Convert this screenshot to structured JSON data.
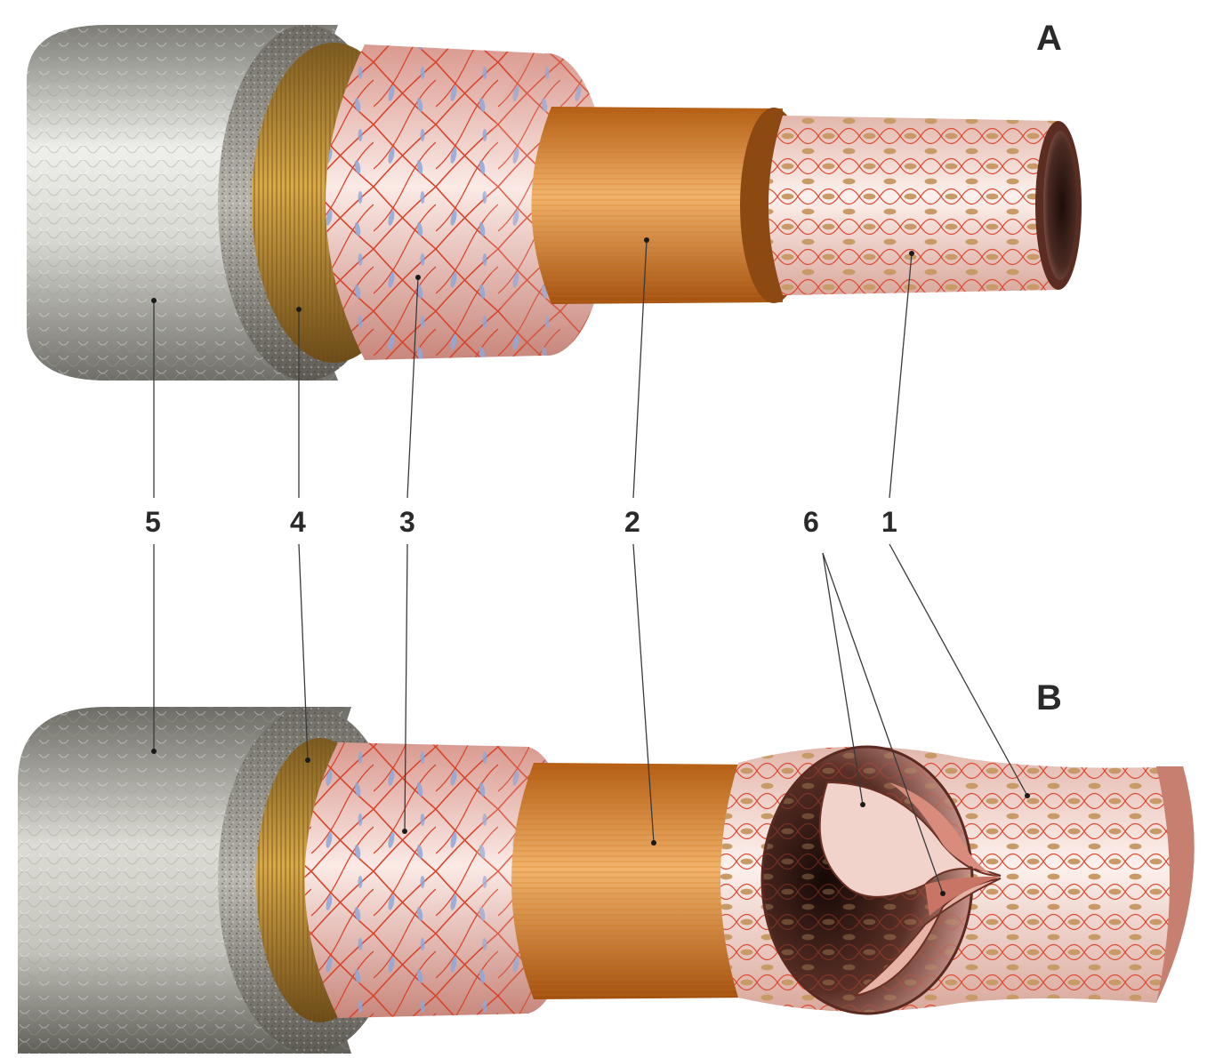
{
  "panels": {
    "a": "A",
    "b": "B"
  },
  "labels": {
    "l1": "1",
    "l2": "2",
    "l3": "3",
    "l4": "4",
    "l5": "5",
    "l6": "6"
  },
  "colors": {
    "background": "#ffffff",
    "adventitia_light": "#e8e8e4",
    "adventitia_dark": "#8e8e86",
    "ring_gray": "#a9a79e",
    "ring_gold": "#c89a3c",
    "muscle_pink": "#f6d6d0",
    "muscle_fiber": "#d84a30",
    "muscle_nucleus": "#8fa8d6",
    "membrane_orange": "#e8903a",
    "endothelium_pink": "#f9e4de",
    "endothelium_nucleus": "#c8a070",
    "leader": "#3a3a3a"
  }
}
